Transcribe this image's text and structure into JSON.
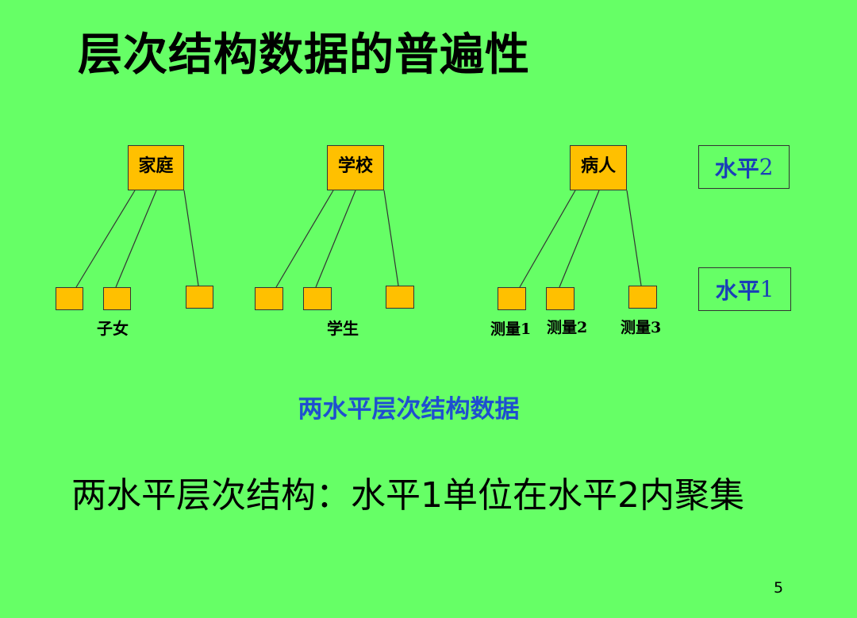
{
  "title": "层次结构数据的普遍性",
  "groups": [
    {
      "parent": "家庭",
      "child_labels": [
        "子女"
      ]
    },
    {
      "parent": "学校",
      "child_labels": [
        "学生"
      ]
    },
    {
      "parent": "病人",
      "child_labels": [
        "测量1",
        "测量2",
        "测量3"
      ]
    }
  ],
  "levels": {
    "level2": {
      "text": "水平",
      "num": "2"
    },
    "level1": {
      "text": "水平",
      "num": "1"
    }
  },
  "caption": "两水平层次结构数据",
  "statement": "两水平层次结构：水平1单位在水平2内聚集",
  "page_number": "5",
  "colors": {
    "background": "#66ff66",
    "node_fill": "#ffc000",
    "level_text": "#1a3fb8",
    "caption_text": "#1f4fd0"
  }
}
